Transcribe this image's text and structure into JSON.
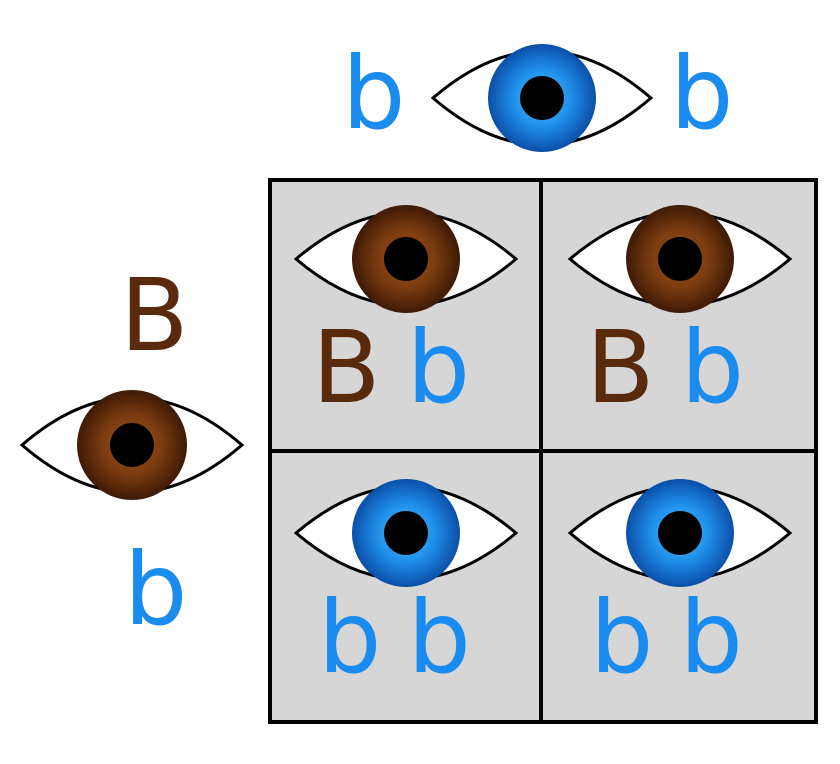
{
  "colors": {
    "brown": "#5a2a0d",
    "blue": "#1a8cf0",
    "grid_fill": "#d6d6d6",
    "outline": "#000000"
  },
  "parent_top": {
    "left_allele": "b",
    "right_allele": "b",
    "eye_color": "blue"
  },
  "parent_left": {
    "top_allele": "B",
    "bottom_allele": "b",
    "eye_color": "brown"
  },
  "cells": [
    {
      "alleles": [
        "B",
        "b"
      ],
      "allele_colors": [
        "brown",
        "blue"
      ],
      "eye_color": "brown"
    },
    {
      "alleles": [
        "B",
        "b"
      ],
      "allele_colors": [
        "brown",
        "blue"
      ],
      "eye_color": "brown"
    },
    {
      "alleles": [
        "b",
        "b"
      ],
      "allele_colors": [
        "blue",
        "blue"
      ],
      "eye_color": "blue"
    },
    {
      "alleles": [
        "b",
        "b"
      ],
      "allele_colors": [
        "blue",
        "blue"
      ],
      "eye_color": "blue"
    }
  ]
}
